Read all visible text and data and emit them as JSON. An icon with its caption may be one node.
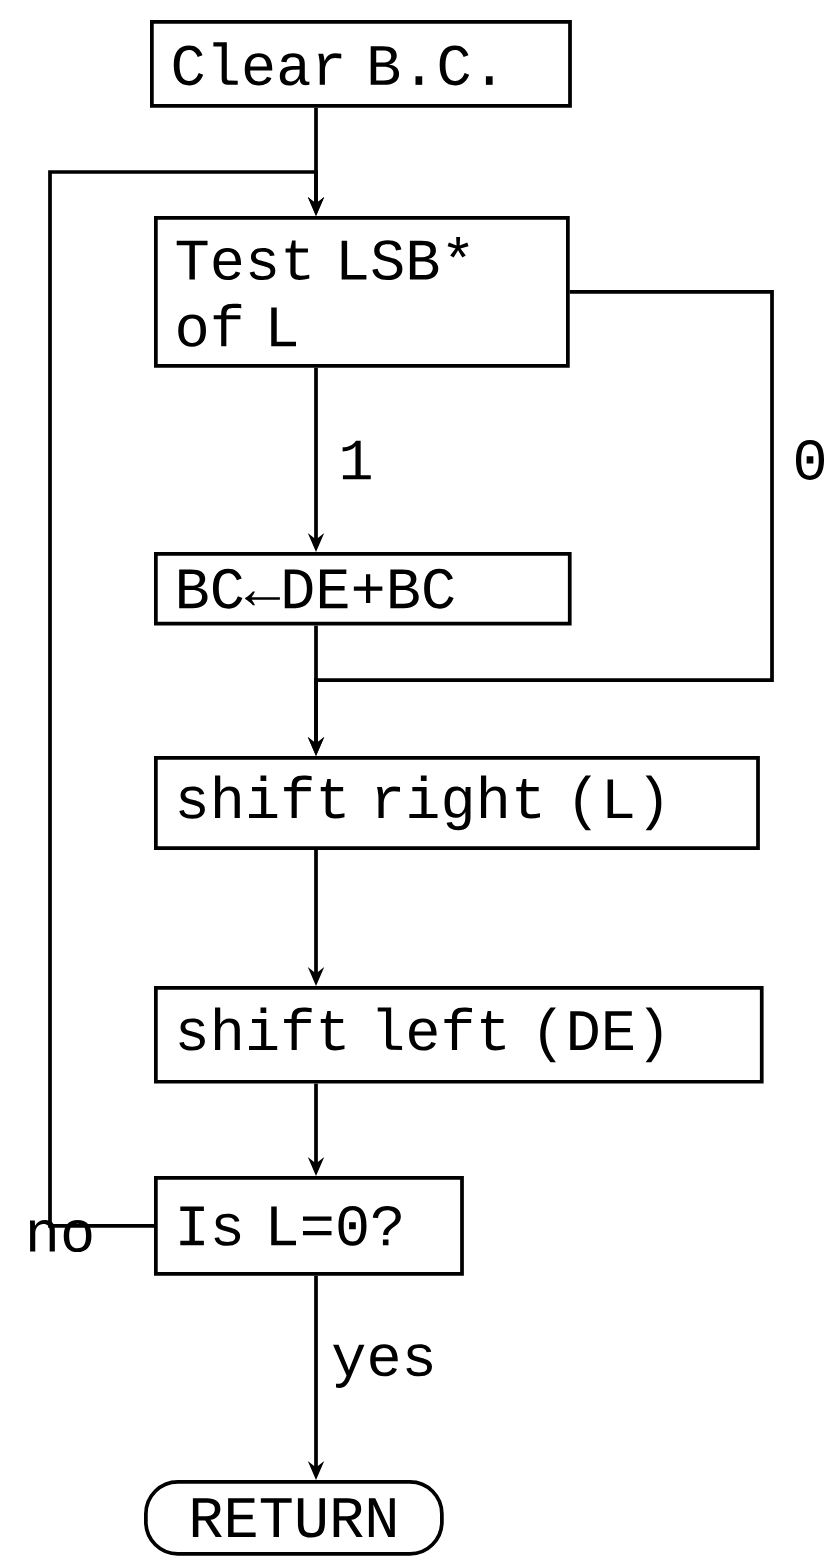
{
  "diagram": {
    "nodes": [
      {
        "text": [
          "Clear B.C."
        ]
      },
      {
        "text": [
          "Test LSB* of L"
        ]
      },
      {
        "text": [
          "BC←DE+BC"
        ]
      },
      {
        "text": [
          "shift right (L)"
        ]
      },
      {
        "text": [
          "shift left (DE)"
        ]
      },
      {
        "text": [
          "Is L=0?"
        ]
      },
      {
        "text": [
          "RETURN"
        ]
      }
    ],
    "edges": [
      {
        "from": 0,
        "to": 1,
        "arrow": "to"
      },
      {
        "from": 1,
        "to": 2,
        "arrow": "to",
        "label": "1"
      },
      {
        "from": 1,
        "to": 3,
        "arrow": "to",
        "label": "0"
      },
      {
        "from": 2,
        "to": 3,
        "arrow": "to"
      },
      {
        "from": 3,
        "to": 4,
        "arrow": "to"
      },
      {
        "from": 4,
        "to": 5,
        "arrow": "to"
      },
      {
        "from": 5,
        "to": 1,
        "arrow": "to",
        "label": "no"
      },
      {
        "from": 5,
        "to": 6,
        "arrow": "to",
        "label": "yes"
      }
    ]
  }
}
